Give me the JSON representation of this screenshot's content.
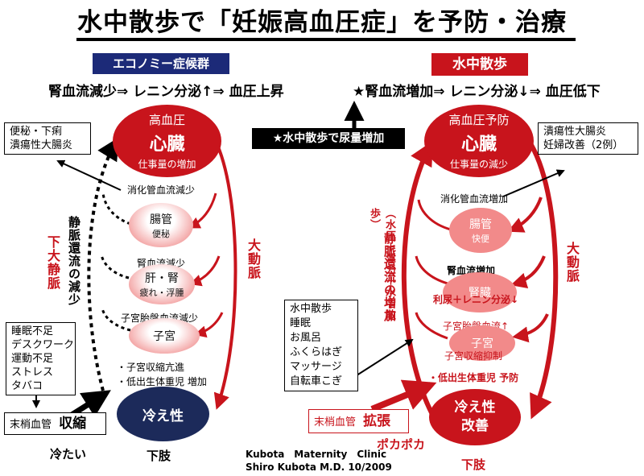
{
  "title": "水中散歩で「妊娠高血圧症」を予防・治療",
  "left": {
    "badge": "エコノミー症候群",
    "chain": "腎血流減少⇒ レニン分泌↑⇒ 血圧上昇",
    "heart": {
      "line1": "高血圧",
      "line2": "心臓",
      "line3": "仕事量の増加"
    },
    "digestive_flow": "消化管血流減少",
    "intestine": {
      "name": "腸管",
      "sub": "便秘"
    },
    "renal_flow": "腎血流減少",
    "liver_kidney": {
      "name": "肝・腎",
      "sub": "疲れ・浮腫"
    },
    "placenta_flow": "子宮胎盤血流減少",
    "uterus": "子宮",
    "effect1": "・子宮収縮亢進",
    "effect2": "・低出生体重児 増加",
    "cold": "冷え性",
    "symptom_box": [
      "便秘・下痢",
      "潰瘍性大腸炎"
    ],
    "cause_box": [
      "睡眠不足",
      "デスクワーク",
      "運動不足",
      "ストレス",
      "タバコ"
    ],
    "peripheral_box": {
      "label": "末梢血管",
      "state": "収縮"
    },
    "cold_feel": "冷たい",
    "lower_limb": "下肢",
    "vein_label": "静脈還流の減少",
    "ivc_label": "下大静脈",
    "artery_label": "大動脈"
  },
  "center": {
    "urine_banner": "★水中散歩で尿量増加",
    "credit": [
      "Kubota　Maternity　Clinic",
      "Shiro Kubota M.D.  10/2009"
    ]
  },
  "right": {
    "badge": "水中散歩",
    "chain": "★腎血流増加⇒ レニン分泌↓⇒ 血圧低下",
    "heart": {
      "line1": "高血圧予防",
      "line2": "心臓",
      "line3": "仕事量の減少"
    },
    "digestive_flow": "消化管血流増加",
    "intestine": {
      "name": "腸管",
      "sub": "快便"
    },
    "renal_flow": "腎血流増加",
    "kidney": {
      "name": "腎臓",
      "sub": "利尿＋レニン分泌↓"
    },
    "placenta_flow": "子宮胎盤血流↑",
    "uterus": {
      "name": "子宮",
      "sub": "子宮収縮抑制"
    },
    "effect": "・低出生体重児 予防",
    "cold": {
      "line1": "冷え性",
      "line2": "改善"
    },
    "result_box": [
      "潰瘍性大腸炎",
      "妊婦改善（2例）"
    ],
    "activity_box": [
      "水中散歩",
      "睡眠",
      "お風呂",
      "ふくらはぎ",
      "マッサージ",
      "自転車こぎ"
    ],
    "peripheral_box": {
      "label": "末梢血管",
      "state": "拡張"
    },
    "warm_feel": "ポカポカ",
    "lower_limb": "下肢",
    "vein_label": "静脈還流の増加",
    "pressure_label": "（水圧＋浮力＋水中散歩）",
    "artery_label": "大動脈"
  }
}
